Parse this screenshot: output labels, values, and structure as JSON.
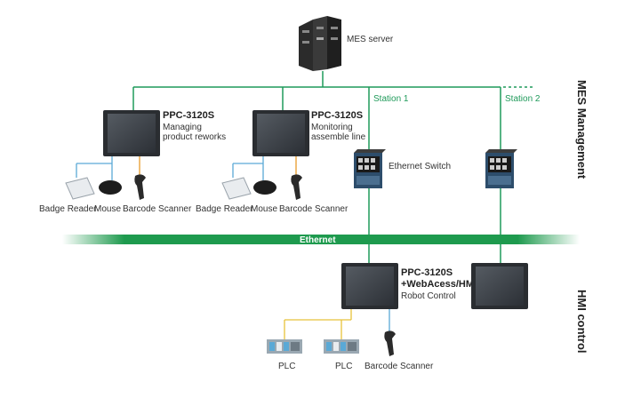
{
  "server": {
    "label": "MES server"
  },
  "network": {
    "station1": "Station 1",
    "station2": "Station 2",
    "ethernet": "Ethernet",
    "switch_label": "Ethernet Switch"
  },
  "sections": {
    "top": "MES Management",
    "bottom": "HMI control"
  },
  "panel_left": {
    "model": "PPC-3120S",
    "line1": "Managing",
    "line2": "product reworks"
  },
  "panel_mid": {
    "model": "PPC-3120S",
    "line1": "Monitoring",
    "line2": "assemble line"
  },
  "panel_bottom": {
    "model": "PPC-3120S",
    "line1": "+WebAcess/HMI",
    "line2": "Robot Control"
  },
  "devices_left": {
    "badge": "Badge Reader",
    "mouse": "Mouse",
    "scanner": "Barcode Scanner"
  },
  "devices_mid": {
    "badge": "Badge Reader",
    "mouse": "Mouse",
    "scanner": "Barcode Scanner"
  },
  "devices_bottom": {
    "plc1": "PLC",
    "plc2": "PLC",
    "scanner": "Barcode Scanner"
  },
  "colors": {
    "network_green": "#1f9a5a",
    "usb_blue": "#5aa9d6",
    "serial_orange": "#e89a2b",
    "rs485_yellow": "#e8c23a"
  }
}
